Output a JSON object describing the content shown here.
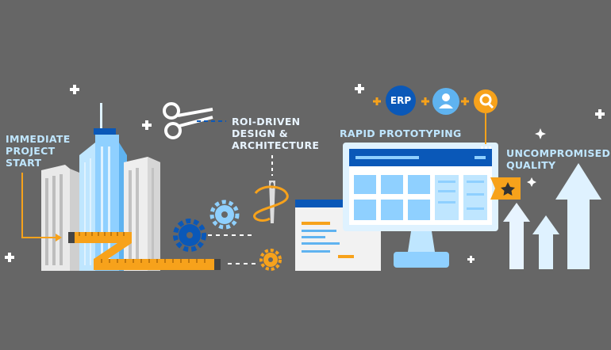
{
  "labels": {
    "immediate_start": "IMMEDIATE\nPROJECT\nSTART",
    "roi_design": "ROI-DRIVEN\nDESIGN &\nARCHITECTURE",
    "rapid_prototyping": "RAPID PROTOTYPING",
    "uncompromised_quality": "UNCOMPROMISED\nQUALITY",
    "erp_badge": "ERP"
  },
  "colors": {
    "background": "#666666",
    "accent_orange": "#f7a21b",
    "primary_blue": "#0a58b8",
    "light_blue": "#8fd0ff",
    "pale_blue": "#dff2ff"
  },
  "icons": [
    "building-icon",
    "measuring-tape-icon",
    "scissors-icon",
    "needle-thread-icon",
    "gear-icon",
    "browser-window-icon",
    "monitor-icon",
    "user-icon",
    "magnifier-icon",
    "star-badge-icon",
    "arrow-up-icon",
    "plus-sparkle-icon"
  ]
}
